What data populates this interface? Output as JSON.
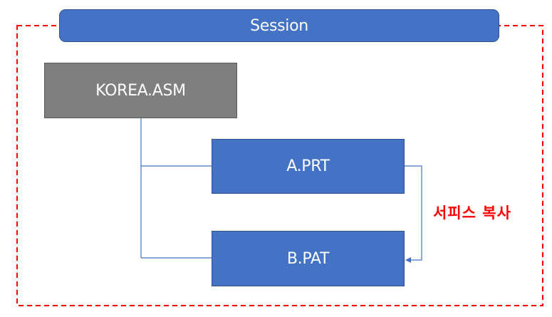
{
  "session": {
    "label": "Session"
  },
  "assembly": {
    "label": "KOREA.ASM"
  },
  "parts": [
    {
      "label": "A.PRT"
    },
    {
      "label": "B.PAT"
    }
  ],
  "annotation": {
    "label": "서피스 복사"
  },
  "colors": {
    "session_fill": "#4472c4",
    "assembly_fill": "#7f7f7f",
    "part_fill": "#4472c4",
    "session_frame": "#ff0000",
    "annotation_text": "#ff0000",
    "connector": "#4472c4"
  }
}
